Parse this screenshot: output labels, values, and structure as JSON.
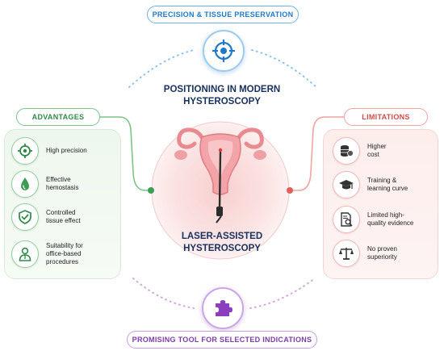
{
  "top_banner": {
    "label": "PRECISION & TISSUE PRESERVATION",
    "icon": "target-icon",
    "color": "#1f78c8"
  },
  "bottom_banner": {
    "label": "PROMISING TOOL FOR SELECTED INDICATIONS",
    "icon": "puzzle-piece-icon",
    "color": "#7c3aa7"
  },
  "positioning_title": [
    "POSITIONING IN MODERN",
    "HYSTEROSCOPY"
  ],
  "center_title": [
    "LASER-ASSISTED",
    "HYSTEROSCOPY"
  ],
  "center_icon": "uterus-with-hysteroscope-icon",
  "advantages": {
    "title": "ADVANTAGES",
    "color": "#2f8a47",
    "items": [
      {
        "icon": "crosshair-icon",
        "lines": [
          "High precision"
        ]
      },
      {
        "icon": "droplet-icon",
        "lines": [
          "Effective",
          "hemostasis"
        ]
      },
      {
        "icon": "shield-check-icon",
        "lines": [
          "Controlled",
          "tissue effect"
        ]
      },
      {
        "icon": "doctor-icon",
        "lines": [
          "Suitability for",
          "office-based",
          "procedures"
        ]
      }
    ]
  },
  "limitations": {
    "title": "LIMITATIONS",
    "color": "#cf4c48",
    "items": [
      {
        "icon": "coin-stack-icon",
        "lines": [
          "Higher",
          "cost"
        ]
      },
      {
        "icon": "graduation-cap-icon",
        "lines": [
          "Training &",
          "learning curve"
        ]
      },
      {
        "icon": "document-search-icon",
        "lines": [
          "Limited high-",
          "quality evidence"
        ]
      },
      {
        "icon": "scales-icon",
        "lines": [
          "No proven",
          "superiority"
        ]
      }
    ]
  }
}
